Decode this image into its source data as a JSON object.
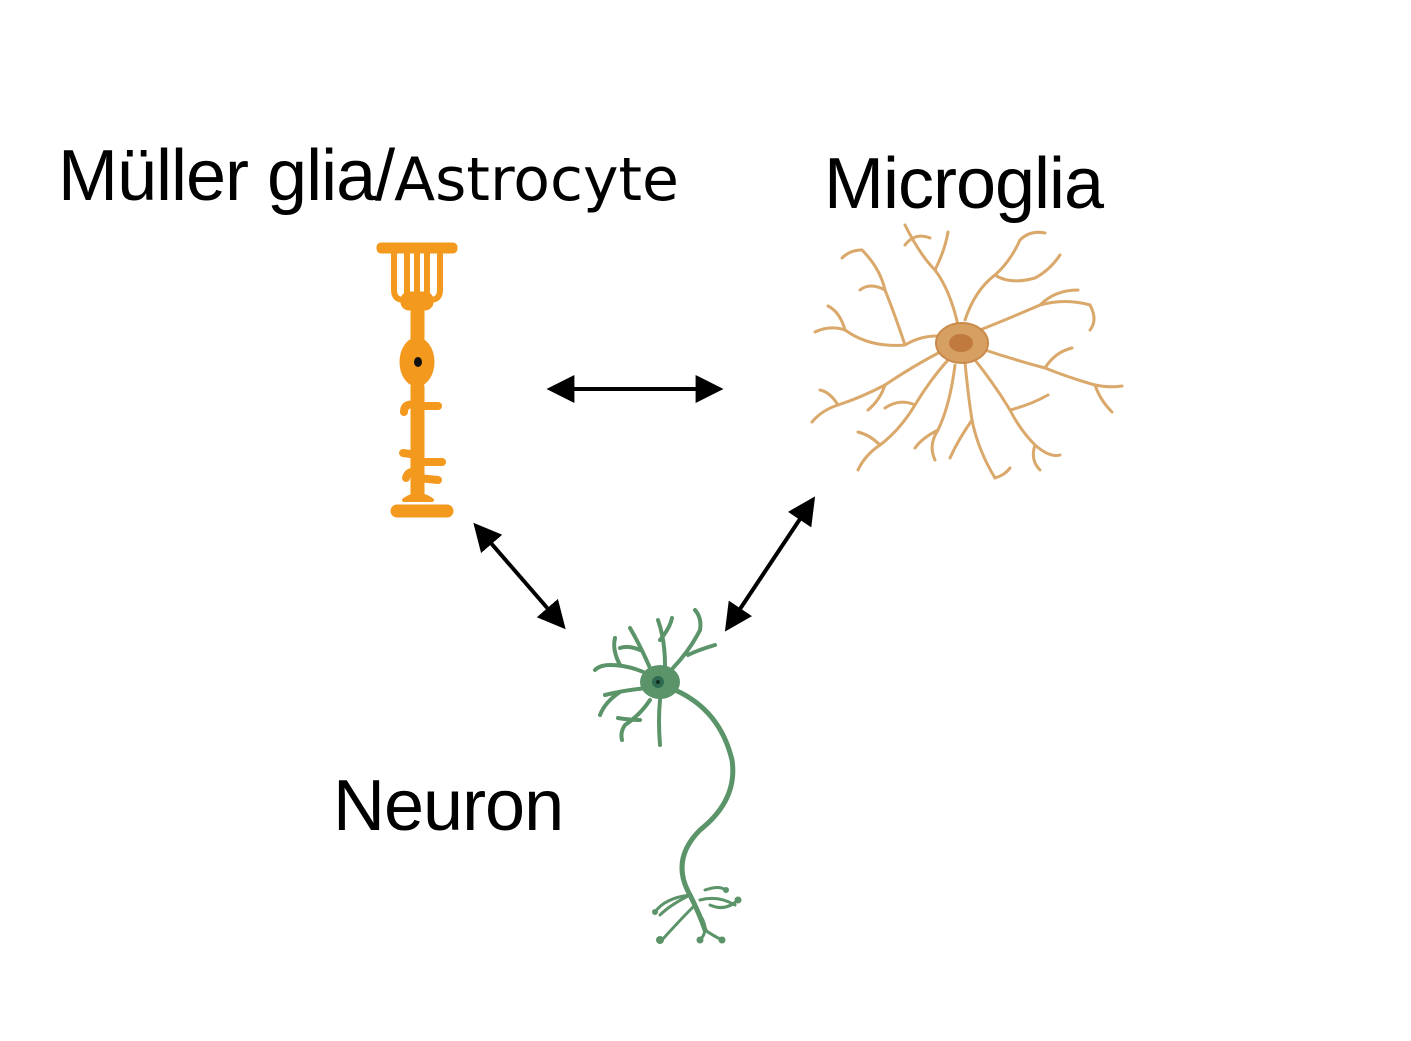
{
  "labels": {
    "muller_main": "Müller glia/",
    "muller_suffix": "Astrocyte",
    "microglia": "Microglia",
    "neuron": "Neuron"
  },
  "colors": {
    "muller_glia": "#f39a1e",
    "microglia": "#d9a86a",
    "microglia_nucleus": "#c98a4a",
    "neuron": "#5b9469",
    "neuron_nucleus": "#2f6b52",
    "arrow": "#000000"
  },
  "connections": [
    {
      "from": "Müller glia/Astrocyte",
      "to": "Microglia",
      "type": "bidirectional"
    },
    {
      "from": "Müller glia/Astrocyte",
      "to": "Neuron",
      "type": "bidirectional"
    },
    {
      "from": "Microglia",
      "to": "Neuron",
      "type": "bidirectional"
    }
  ]
}
